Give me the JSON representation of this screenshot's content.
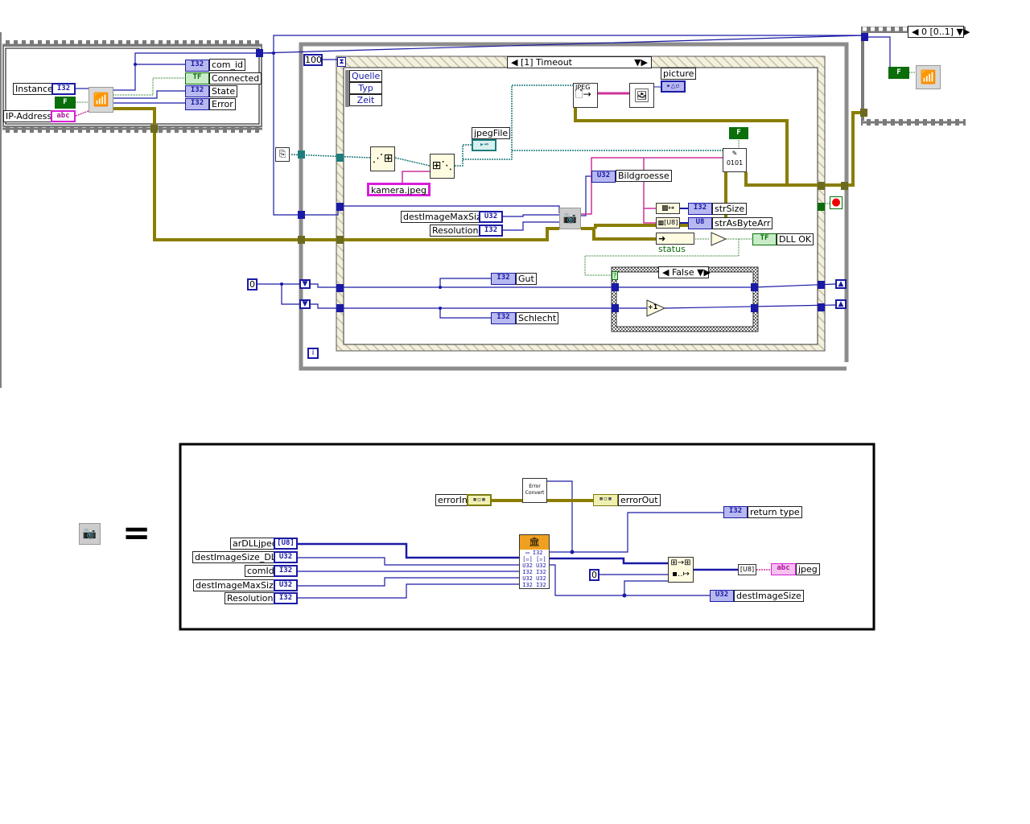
{
  "colors": {
    "int_wire": "#1a1aa6",
    "ref_wire": "#1f7c7c",
    "string_wire": "#cc3399",
    "error_wire": "#8a7d00",
    "bool_wire": "#0a6e0a"
  },
  "types": {
    "i32": "I32",
    "u32": "U32",
    "u8": "U8",
    "u8arr": "[U8]",
    "tf": "TF",
    "bool_false": "F",
    "str": "abc",
    "err": "▪▫▪"
  },
  "left_sequence": {
    "controls": {
      "instance": "Instance",
      "ip_address": "IP-Address"
    },
    "indicators": {
      "com_id": "com_id",
      "connected": "Connected",
      "state": "State",
      "error": "Error"
    },
    "node_icon": "wireless-icon"
  },
  "while_loop": {
    "timeout_constant": "100",
    "iteration_label": "i",
    "init_constant": "0",
    "event_structure": {
      "selector": "[1] Timeout",
      "event_data": [
        "Quelle",
        "Typ",
        "Zeit"
      ],
      "file_constant": "kamera.jpeg",
      "jpeg_file_indicator": "jpegFile",
      "jpeg_node": "JPEG",
      "picture_indicator": "picture",
      "size_indicator": "Bildgroesse",
      "dest_max_size": "destImageMaxSize",
      "resolution": "Resolution",
      "str_size": "strSize",
      "str_as_byte_arr": "strAsByteArr",
      "status": "status",
      "dll_ok": "DLL OK",
      "good": "Gut",
      "bad": "Schlecht",
      "case_selector": "False",
      "increment": "+1",
      "case_question": "?"
    }
  },
  "right_sequence": {
    "selector": "0 [0..1]"
  },
  "subvi": {
    "error_in": "errorIn",
    "error_convert": "Error Convert",
    "error_out": "errorOut",
    "return_type": "return type",
    "inputs": [
      "arDLLjpec",
      "destImageSize_DLL",
      "comId",
      "destImageMaxSize",
      "Resolution"
    ],
    "zero_constant": "0",
    "jpeg": "jpeg",
    "dest_image_size": "destImageSize",
    "equals": "="
  }
}
